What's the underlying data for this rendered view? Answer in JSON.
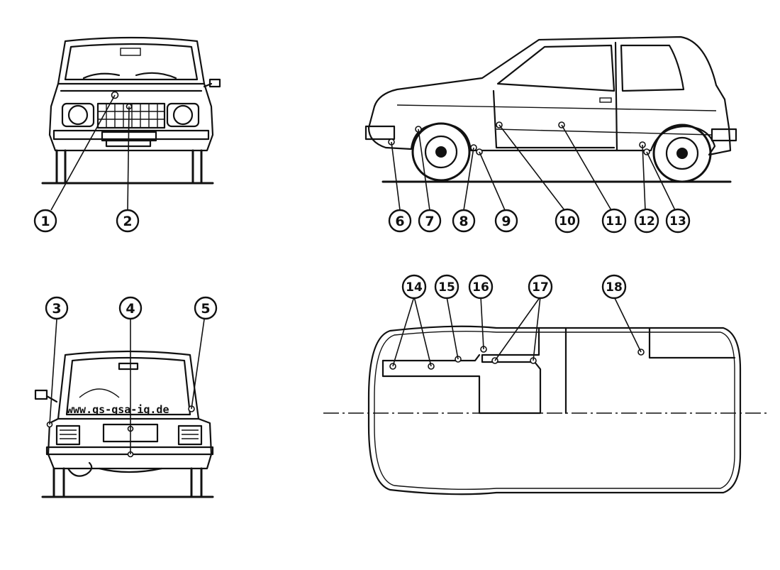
{
  "watermark": "www.gs-gsa-ig.de",
  "callouts": [
    {
      "id": "c1",
      "label": "1"
    },
    {
      "id": "c2",
      "label": "2"
    },
    {
      "id": "c3",
      "label": "3"
    },
    {
      "id": "c4",
      "label": "4"
    },
    {
      "id": "c5",
      "label": "5"
    },
    {
      "id": "c6",
      "label": "6"
    },
    {
      "id": "c7",
      "label": "7"
    },
    {
      "id": "c8",
      "label": "8"
    },
    {
      "id": "c9",
      "label": "9"
    },
    {
      "id": "c10",
      "label": "10"
    },
    {
      "id": "c11",
      "label": "11"
    },
    {
      "id": "c12",
      "label": "12"
    },
    {
      "id": "c13",
      "label": "13"
    },
    {
      "id": "c14",
      "label": "14"
    },
    {
      "id": "c15",
      "label": "15"
    },
    {
      "id": "c16",
      "label": "16"
    },
    {
      "id": "c17",
      "label": "17"
    },
    {
      "id": "c18",
      "label": "18"
    }
  ]
}
